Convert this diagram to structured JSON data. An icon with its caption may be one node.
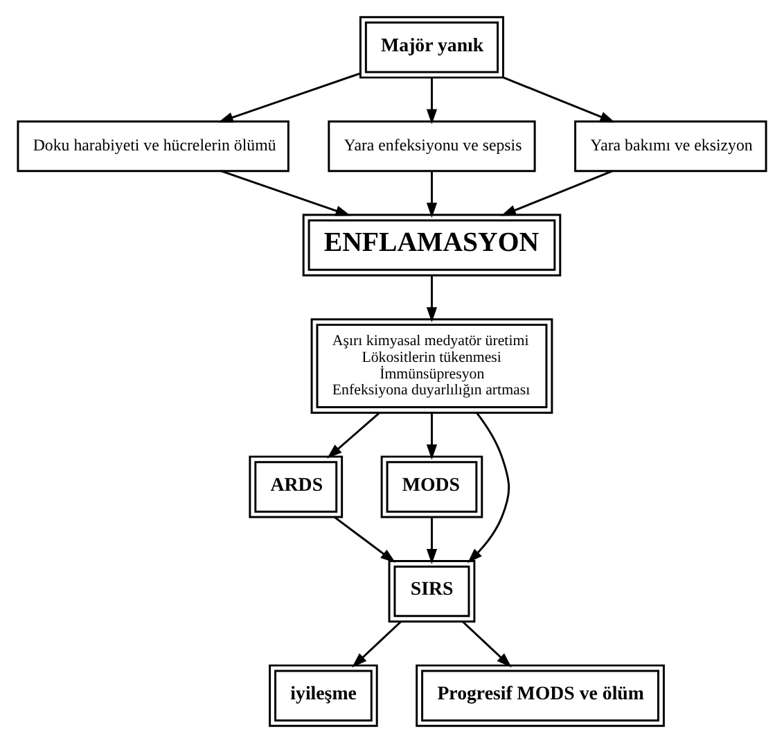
{
  "diagram": {
    "nodes": [
      {
        "text": [
          "Majör yanık"
        ]
      },
      {
        "text": [
          "Doku harabiyeti ve hücrelerin ölümü"
        ]
      },
      {
        "text": [
          "Yara enfeksiyonu ve sepsis"
        ]
      },
      {
        "text": [
          "Yara bakımı ve eksizyon"
        ]
      },
      {
        "text": [
          "ENFLAMASYON"
        ]
      },
      {
        "text": [
          "Aşırı kimyasal medyatör üretimi",
          "Lökositlerin tükenmesi",
          "İmmünsüpresyon",
          "Enfeksiyona duyarlılığın artması"
        ]
      },
      {
        "text": [
          "ARDS"
        ]
      },
      {
        "text": [
          "MODS"
        ]
      },
      {
        "text": [
          "SIRS"
        ]
      },
      {
        "text": [
          "iyileşme"
        ]
      },
      {
        "text": [
          "Progresif MODS ve ölüm"
        ]
      }
    ],
    "edges": [
      {
        "from": 0,
        "to": 1,
        "arrow": "to"
      },
      {
        "from": 0,
        "to": 2,
        "arrow": "to"
      },
      {
        "from": 0,
        "to": 3,
        "arrow": "to"
      },
      {
        "from": 1,
        "to": 4,
        "arrow": "to"
      },
      {
        "from": 2,
        "to": 4,
        "arrow": "to"
      },
      {
        "from": 3,
        "to": 4,
        "arrow": "to"
      },
      {
        "from": 4,
        "to": 5,
        "arrow": "to"
      },
      {
        "from": 5,
        "to": 6,
        "arrow": "to"
      },
      {
        "from": 5,
        "to": 8,
        "arrow": "to"
      },
      {
        "from": 5,
        "to": 7,
        "arrow": "to"
      },
      {
        "from": 6,
        "to": 8,
        "arrow": "to"
      },
      {
        "from": 7,
        "to": 8,
        "arrow": "to"
      },
      {
        "from": 8,
        "to": 9,
        "arrow": "to"
      },
      {
        "from": 8,
        "to": 10,
        "arrow": "to"
      }
    ]
  }
}
